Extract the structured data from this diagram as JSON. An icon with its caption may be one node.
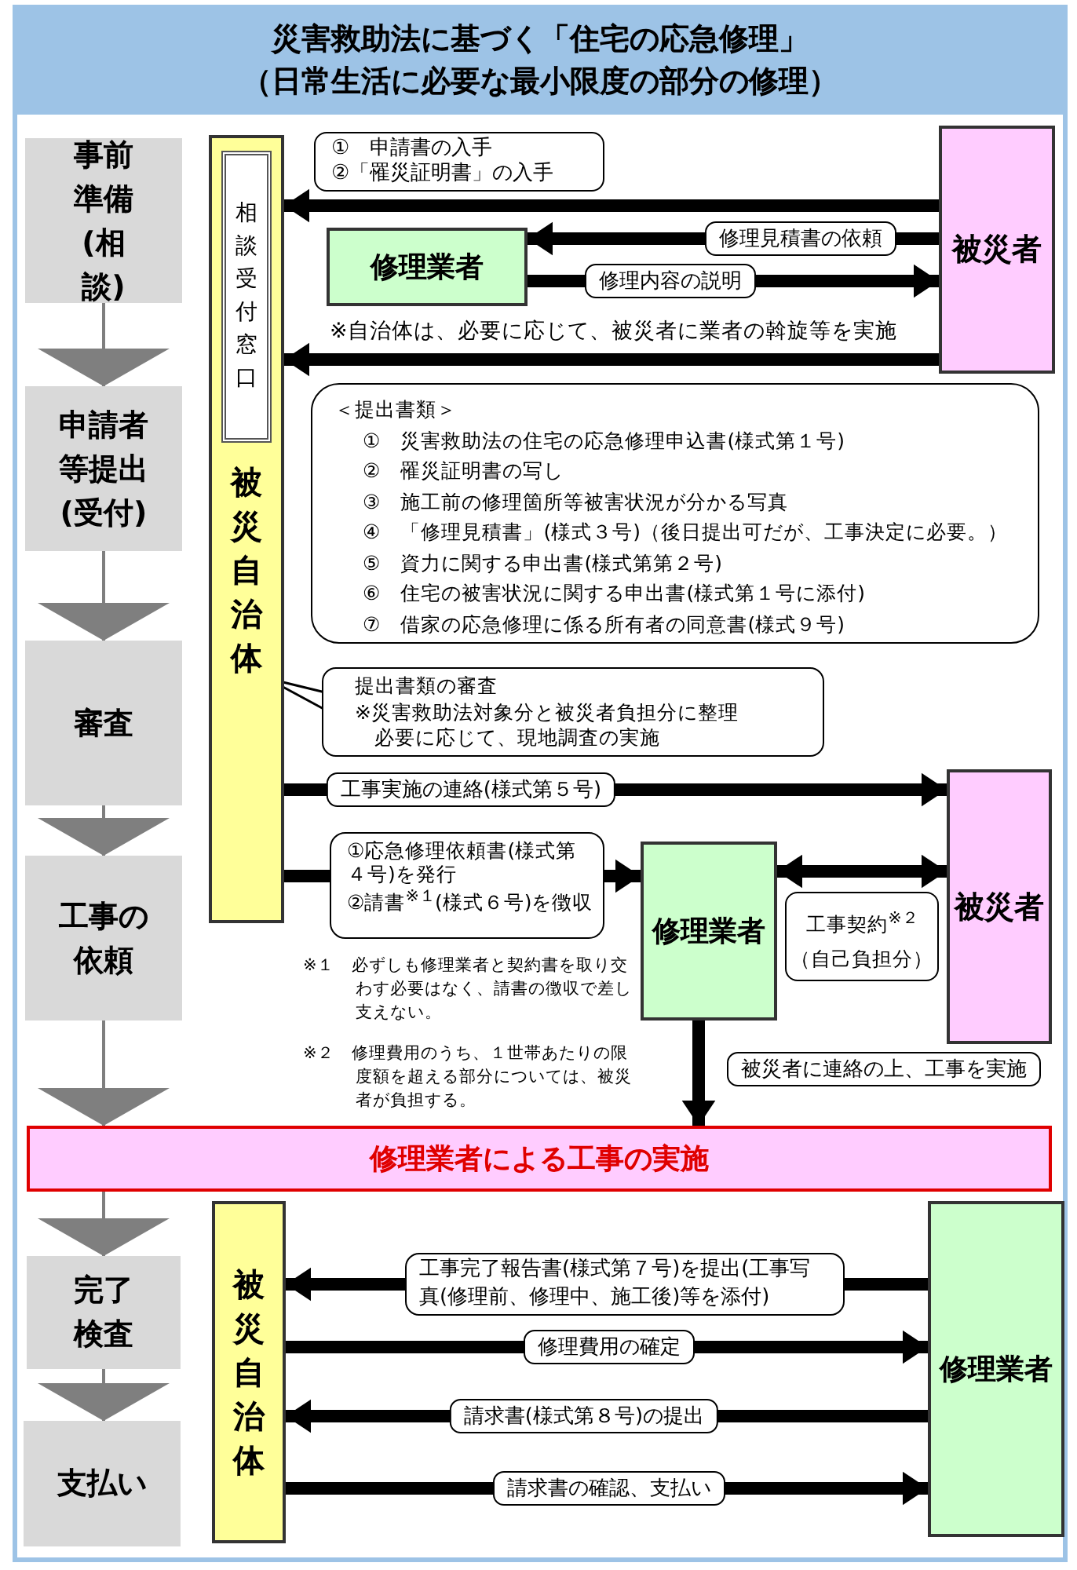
{
  "diagram": {
    "nodes": [
      {
        "text": [
          "災害救助法に基づく「住宅の応急修理」",
          "（日常生活に必要な最小限度の部分の修理）"
        ]
      },
      {
        "text": [
          "事前準備(相談)"
        ]
      },
      {
        "text": [
          "被災自治体"
        ]
      },
      {
        "text": [
          "相談受付窓口"
        ],
        "in": 2
      },
      {
        "text": [
          "①　申請書の入手",
          "②「罹災証明書」の入手"
        ]
      },
      {
        "text": [
          "被災者"
        ]
      },
      {
        "text": [
          "修理業者"
        ]
      },
      {
        "text": [
          "申請者等提出(受付)"
        ]
      },
      {
        "text": [
          "＜提出書類＞",
          "①　災害救助法の住宅の応急修理申込書(様式第１号)",
          "②　罹災証明書の写し",
          "③　施工前の修理箇所等被害状況が分かる写真",
          "④　「修理見積書」(様式３号)（後日提出可だが、工事決定に必要。）",
          "⑤　資力に関する申出書(様式第第２号)",
          "⑥　住宅の被害状況に関する申出書(様式第１号に添付)",
          "⑦　借家の応急修理に係る所有者の同意書(様式９号)"
        ]
      },
      {
        "text": [
          "審査"
        ]
      },
      {
        "text": [
          "提出書類の審査",
          "※災害救助法対象分と被災者負担分に整理",
          "必要に応じて、現地調査の実施"
        ]
      },
      {
        "text": [
          "被災者"
        ]
      },
      {
        "text": [
          "工事の依頼"
        ]
      },
      {
        "text": [
          "①応急修理依頼書(様式第４号)を発行",
          "②請書$^{※１}$(様式６号)を徴収"
        ]
      },
      {
        "text": [
          "修理業者"
        ]
      },
      {
        "text": [
          "工事契約$^{※２}$",
          "（自己負担分）"
        ]
      },
      {
        "text": [
          "修理業者による工事の実施"
        ]
      },
      {
        "text": [
          "完了検査"
        ]
      },
      {
        "text": [
          "被災自治体"
        ]
      },
      {
        "text": [
          "修理業者"
        ]
      },
      {
        "text": [
          "支払い"
        ]
      }
    ],
    "edges": [
      {
        "from": 1,
        "to": 7,
        "arrow": "to",
        "color": "#7f7f7f"
      },
      {
        "from": 7,
        "to": 9,
        "arrow": "to",
        "color": "#7f7f7f"
      },
      {
        "from": 9,
        "to": 12,
        "arrow": "to",
        "color": "#7f7f7f"
      },
      {
        "from": 12,
        "to": 16,
        "arrow": "to",
        "color": "#7f7f7f"
      },
      {
        "from": 16,
        "to": 17,
        "arrow": "to",
        "color": "#7f7f7f"
      },
      {
        "from": 17,
        "to": 20,
        "arrow": "to",
        "color": "#7f7f7f"
      },
      {
        "from": 5,
        "to": 2,
        "arrow": "to"
      },
      {
        "from": 5,
        "to": 6,
        "arrow": "to",
        "label": "修理見積書の依頼"
      },
      {
        "from": 6,
        "to": 5,
        "arrow": "to",
        "label": "修理内容の説明"
      },
      {
        "from": 5,
        "to": 2,
        "arrow": "to"
      },
      {
        "from": 2,
        "to": 11,
        "arrow": "to",
        "label": "工事実施の連絡(様式第５号)"
      },
      {
        "from": 2,
        "to": 13,
        "arrow": "none"
      },
      {
        "from": 13,
        "to": 14,
        "arrow": "to"
      },
      {
        "from": 14,
        "to": 11,
        "arrow": "both"
      },
      {
        "from": 14,
        "to": 16,
        "arrow": "to",
        "label": "被災者に連絡の上、工事を実施"
      },
      {
        "from": 19,
        "to": 18,
        "arrow": "to",
        "label": "工事完了報告書(様式第７号)を提出(工事写真(修理前、修理中、施工後)等を添付)"
      },
      {
        "from": 18,
        "to": 19,
        "arrow": "to",
        "label": "修理費用の確定"
      },
      {
        "from": 19,
        "to": 18,
        "arrow": "to",
        "label": "請求書(様式第８号)の提出"
      },
      {
        "from": 18,
        "to": 19,
        "arrow": "to",
        "label": "請求書の確認、支払い"
      }
    ],
    "labels": [
      "※自治体は、必要に応じて、被災者に業者の斡旋等を実施",
      "※１　必ずしも修理業者と契約書を取り交わす必要はなく、請書の徴収で差し支えない。",
      "※２　修理費用のうち、１世帯あたりの限度額を超える部分については、被災者が負担する。"
    ]
  }
}
